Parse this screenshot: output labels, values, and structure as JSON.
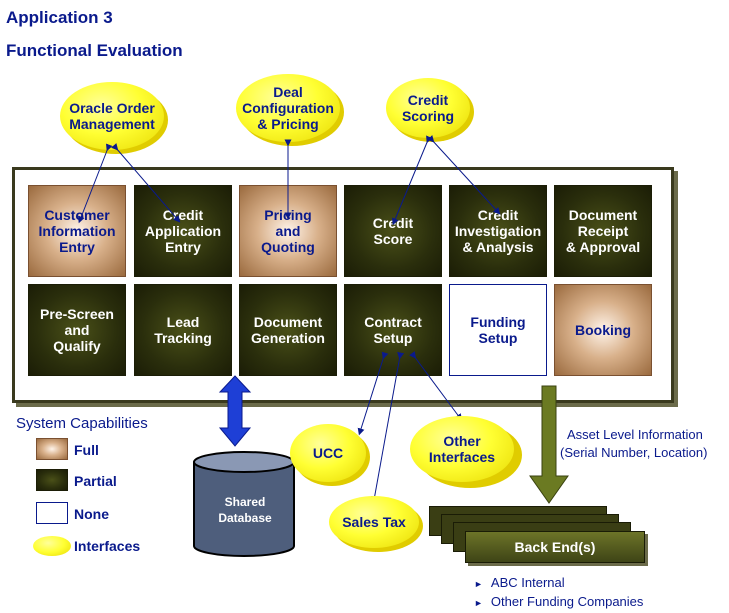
{
  "header": {
    "title": "Application 3",
    "subtitle": "Functional Evaluation"
  },
  "interfaces_top": [
    {
      "id": "oracle",
      "label": "Oracle Order\nManagement"
    },
    {
      "id": "deal",
      "label": "Deal\nConfiguration\n& Pricing"
    },
    {
      "id": "credit_scoring",
      "label": "Credit\nScoring"
    }
  ],
  "functions_row1": [
    {
      "label": "Customer\nInformation\nEntry",
      "capability": "Full"
    },
    {
      "label": "Credit\nApplication\nEntry",
      "capability": "Partial"
    },
    {
      "label": "Pricing\nand\nQuoting",
      "capability": "Full"
    },
    {
      "label": "Credit\nScore",
      "capability": "Partial"
    },
    {
      "label": "Credit\nInvestigation\n& Analysis",
      "capability": "Partial"
    },
    {
      "label": "Document\nReceipt\n& Approval",
      "capability": "Partial"
    }
  ],
  "functions_row2": [
    {
      "label": "Pre-Screen\nand\nQualify",
      "capability": "Partial"
    },
    {
      "label": "Lead\nTracking",
      "capability": "Partial"
    },
    {
      "label": "Document\nGeneration",
      "capability": "Partial"
    },
    {
      "label": "Contract\nSetup",
      "capability": "Partial"
    },
    {
      "label": "Funding\nSetup",
      "capability": "None"
    },
    {
      "label": "Booking",
      "capability": "Full"
    }
  ],
  "interfaces_bottom": [
    {
      "id": "ucc",
      "label": "UCC"
    },
    {
      "id": "other",
      "label": "Other\nInterfaces"
    },
    {
      "id": "sales_tax",
      "label": "Sales Tax"
    }
  ],
  "legend": {
    "title": "System Capabilities",
    "items": [
      "Full",
      "Partial",
      "None",
      "Interfaces"
    ]
  },
  "database": {
    "label": "Shared\nDatabase"
  },
  "asset_info": {
    "line1": "Asset Level Information",
    "line2": "(Serial Number, Location)"
  },
  "back_end": {
    "label": "Back End(s)",
    "items": [
      "ABC Internal",
      "Other Funding Companies"
    ]
  },
  "colors": {
    "title_blue": "#0a1a8c",
    "partial": "#2a2e0c",
    "full": "#d8b08a",
    "interface_yellow": "#ffff33",
    "arrow_blue": "#0a1a8c",
    "database_arrow": "#1e3fd6",
    "asset_arrow": "#6b7a22"
  }
}
